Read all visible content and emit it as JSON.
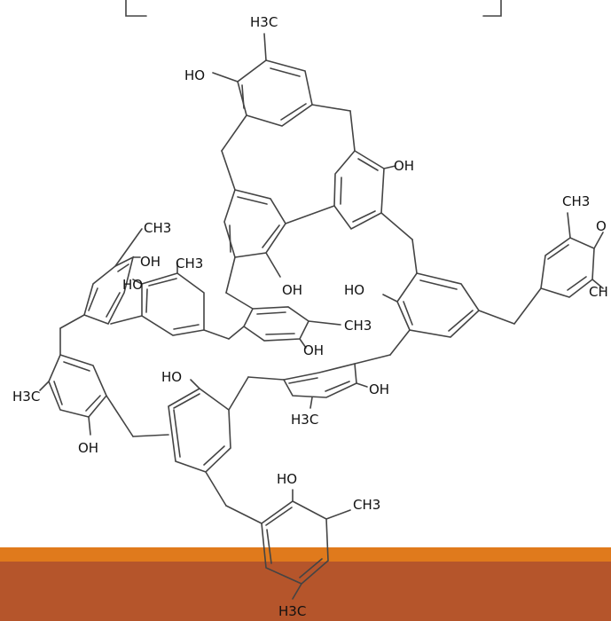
{
  "colors": {
    "background": "#ffffff",
    "band_orange": "#e07a1c",
    "band_rust": "#b5552b",
    "bond": "#444444",
    "text": "#111111"
  },
  "molecule": {
    "labels": {
      "methyl_top": "H3C",
      "ho_upper": "HO",
      "oh_upper_right": "OH",
      "ch3_right_top": "CH3",
      "oh_right_clipped": "O",
      "ch_right_clipped": "CH",
      "ch3_left_top": "CH3",
      "oh_left_top": "OH",
      "ch3_left_mid": "CH3",
      "ho_left_mid": "HO",
      "oh_center": "OH",
      "ho_center_right": "HO",
      "ch3_center": "CH3",
      "oh_center_low": "OH",
      "ho_lower": "HO",
      "oh_lower_right": "OH",
      "h3c_lower_mid": "H3C",
      "h3c_left": "H3C",
      "oh_left_low": "OH",
      "ho_bottom": "HO",
      "ch3_bottom_right": "CH3",
      "h3c_bottom": "H3C"
    }
  }
}
